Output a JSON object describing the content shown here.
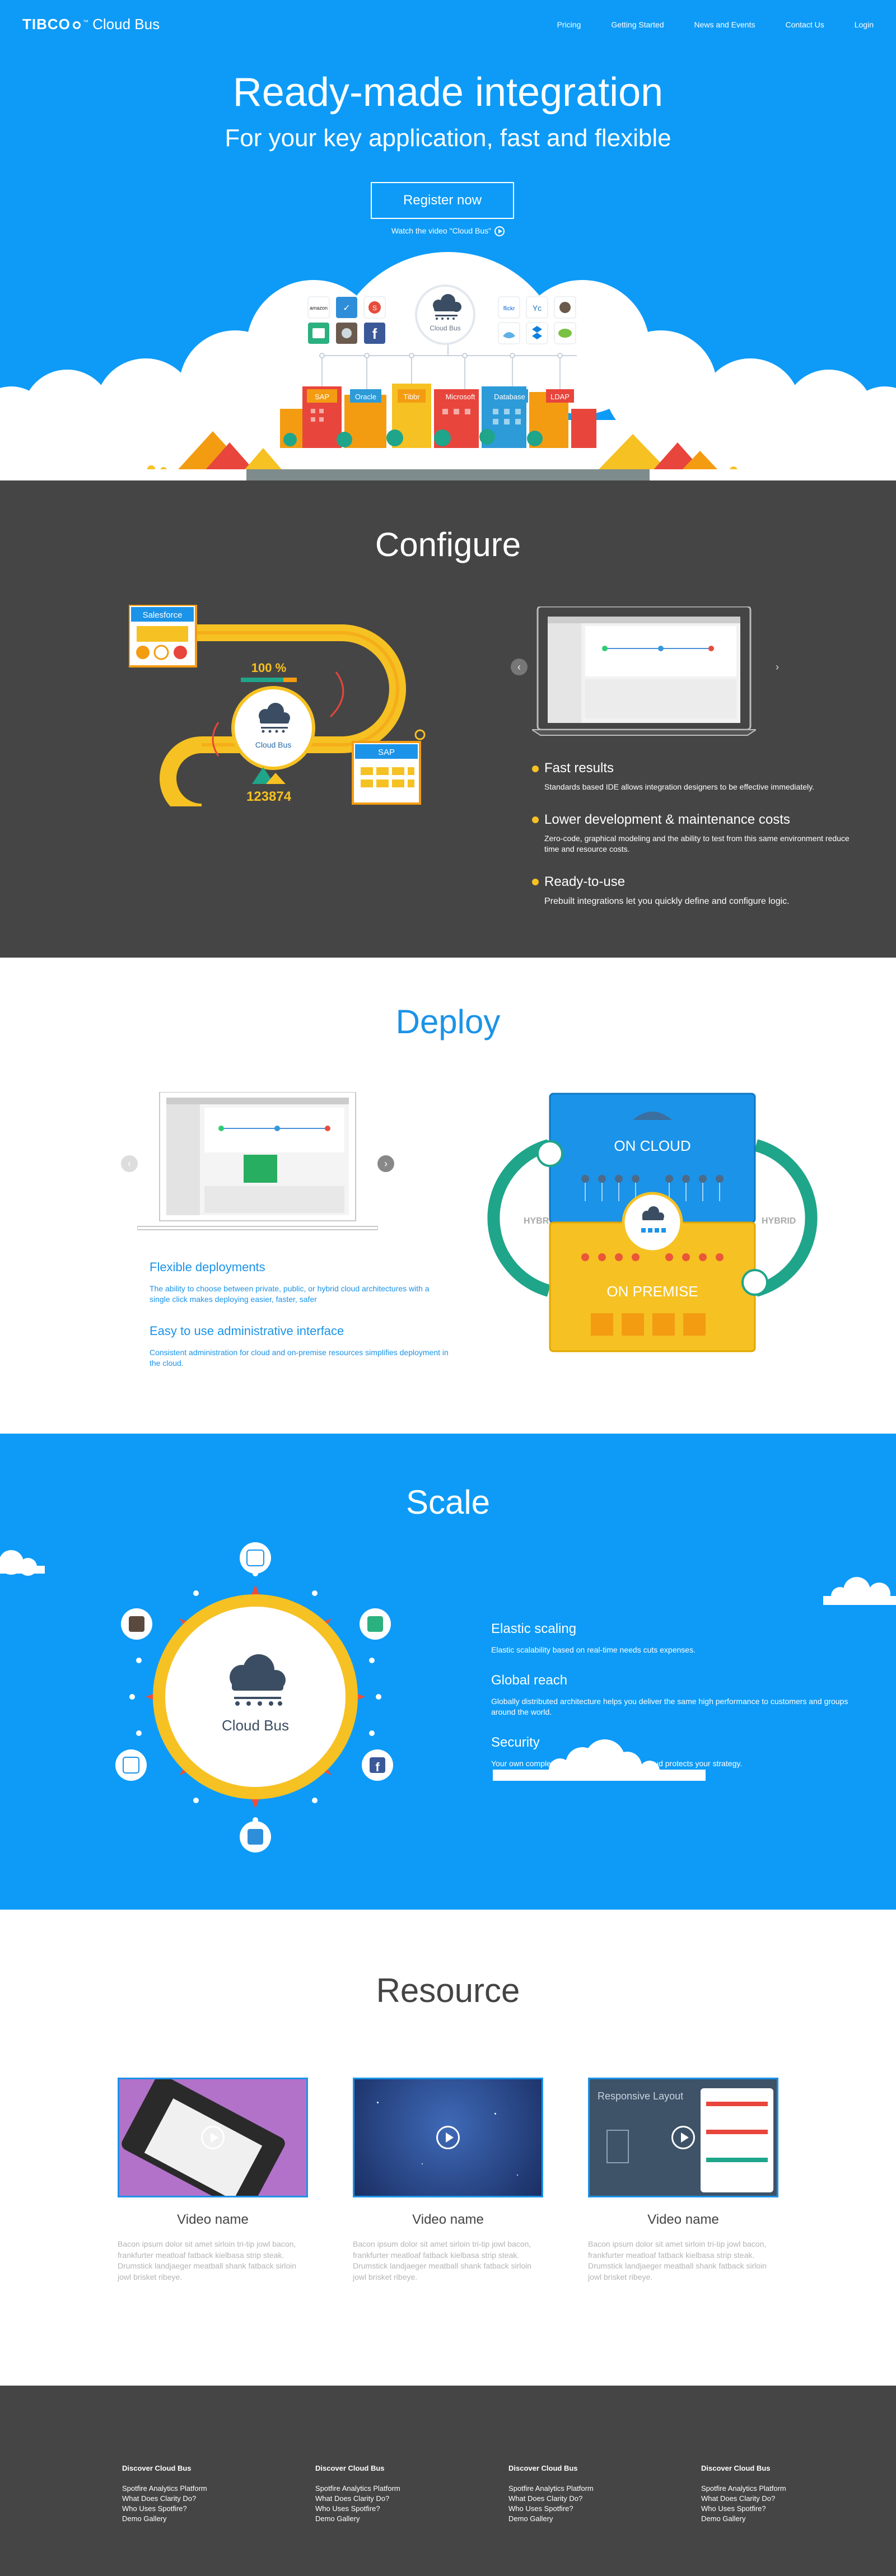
{
  "header": {
    "logo_brand": "TIBCO",
    "logo_product": "Cloud Bus",
    "nav": [
      "Pricing",
      "Getting Started",
      "News and Events",
      "Contact Us",
      "Login"
    ]
  },
  "hero": {
    "title": "Ready-made integration",
    "subtitle": "For your key application, fast and flexible",
    "cta": "Register now",
    "video_link": "Watch the video \"Cloud Bus\"",
    "hub_label": "Cloud Bus",
    "app_icons": [
      "amazon",
      "check",
      "S",
      "ticket",
      "photo",
      "f",
      "flickr",
      "Yc",
      "mailchimp",
      "bird",
      "dropbox",
      "evernote"
    ],
    "buildings": [
      "SAP",
      "Oracle",
      "Tibbr",
      "Microsoft",
      "Database",
      "LDAP"
    ]
  },
  "configure": {
    "title": "Configure",
    "diagram": {
      "source": "Salesforce",
      "progress": "100 %",
      "hub": "Cloud Bus",
      "count": "123874",
      "target": "SAP"
    },
    "features": [
      {
        "title": "Fast results",
        "desc": "Standards based IDE allows integration designers to be effective immediately."
      },
      {
        "title": "Lower development & maintenance costs",
        "desc": "Zero-code, graphical modeling and the ability to test from this same environment reduce time and resource costs."
      },
      {
        "title": "Ready-to-use",
        "desc": "Prebuilt integrations let you quickly define and configure logic."
      }
    ]
  },
  "deploy": {
    "title": "Deploy",
    "features": [
      {
        "title": "Flexible deployments",
        "desc": "The ability to choose between private, public, or hybrid cloud architectures with a single click makes deploying easier, faster, safer"
      },
      {
        "title": "Easy to use administrative interface",
        "desc": "Consistent administration for cloud and on-premise resources simplifies deployment in the cloud."
      }
    ],
    "diagram": {
      "cloud": "ON CLOUD",
      "premise": "ON PREMISE",
      "hybrid_left": "HYBRID",
      "hybrid_right": "HYBRID"
    }
  },
  "scale": {
    "title": "Scale",
    "hub": "Cloud Bus",
    "features": [
      {
        "title": "Elastic scaling",
        "desc": "Elastic scalability based on real-time needs cuts expenses."
      },
      {
        "title": "Global reach",
        "desc": "Globally distributed architecture helps you deliver the same high performance to customers and groups around the world."
      },
      {
        "title": "Security",
        "desc": "Your own completely secured virtual private cloud protects your strategy."
      }
    ]
  },
  "resource": {
    "title": "Resource",
    "thumb_label": "Responsive Layout",
    "videos": [
      {
        "title": "Video name",
        "desc": "Bacon ipsum dolor sit amet sirloin tri-tip jowl bacon, frankfurter meatloaf fatback kielbasa strip steak. Drumstick landjaeger meatball shank fatback sirloin jowl brisket ribeye."
      },
      {
        "title": "Video name",
        "desc": "Bacon ipsum dolor sit amet sirloin tri-tip jowl bacon, frankfurter meatloaf fatback kielbasa strip steak. Drumstick landjaeger meatball shank fatback sirloin jowl brisket ribeye."
      },
      {
        "title": "Video name",
        "desc": "Bacon ipsum dolor sit amet sirloin tri-tip jowl bacon, frankfurter meatloaf fatback kielbasa strip steak. Drumstick landjaeger meatball shank fatback sirloin jowl brisket ribeye."
      }
    ]
  },
  "footer": {
    "columns": [
      {
        "heading": "Discover Cloud Bus",
        "links": [
          "Spotfire Analytics Platform",
          "What Does Clarity Do?",
          "Who Uses Spotfire?",
          "Demo Gallery"
        ]
      },
      {
        "heading": "Discover Cloud Bus",
        "links": [
          "Spotfire Analytics Platform",
          "What Does Clarity Do?",
          "Who Uses Spotfire?",
          "Demo Gallery"
        ]
      },
      {
        "heading": "Discover Cloud Bus",
        "links": [
          "Spotfire Analytics Platform",
          "What Does Clarity Do?",
          "Who Uses Spotfire?",
          "Demo Gallery"
        ]
      },
      {
        "heading": "Discover Cloud Bus",
        "links": [
          "Spotfire Analytics Platform",
          "What Does Clarity Do?",
          "Who Uses Spotfire?",
          "Demo Gallery"
        ]
      }
    ]
  },
  "colors": {
    "brand_blue": "#0d9bf7",
    "dark_gray": "#454545",
    "accent_yellow": "#f6c122",
    "accent_teal": "#1fa58a",
    "accent_red": "#ef4d3c"
  }
}
